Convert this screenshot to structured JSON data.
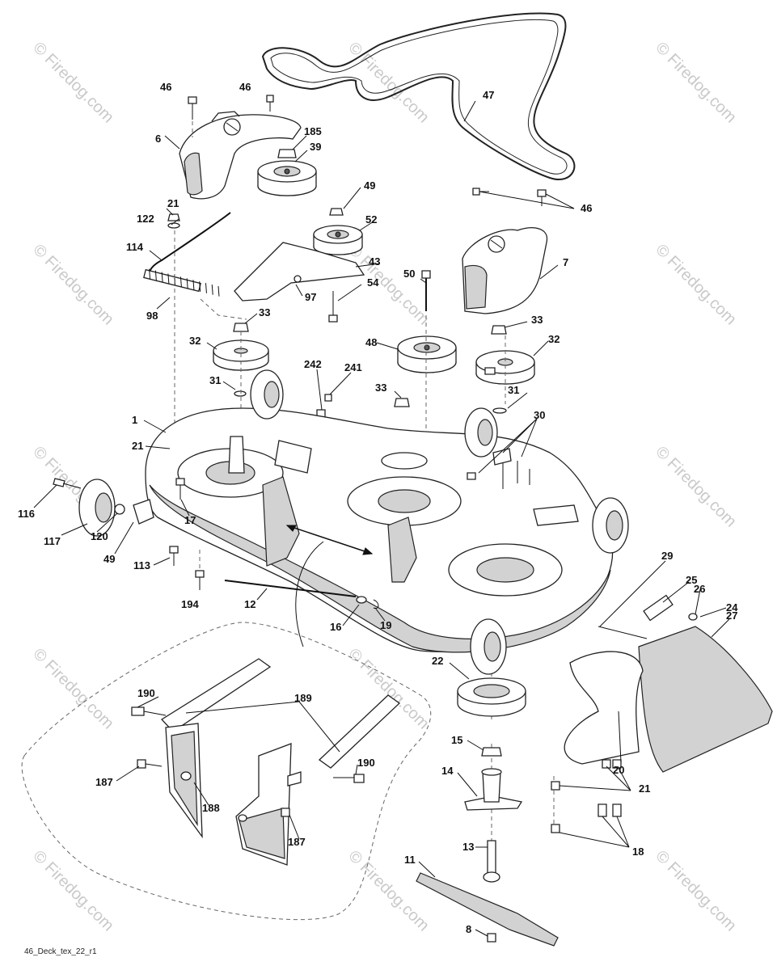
{
  "diagram": {
    "caption": "46_Deck_tex_22_r1",
    "watermark": "© Firedog.com",
    "labels": [
      "46",
      "46",
      "6",
      "185",
      "39",
      "47",
      "49",
      "21",
      "122",
      "52",
      "46",
      "114",
      "43",
      "7",
      "50",
      "54",
      "98",
      "97",
      "33",
      "33",
      "32",
      "48",
      "32",
      "242",
      "241",
      "33",
      "31",
      "31",
      "1",
      "30",
      "21",
      "116",
      "117",
      "120",
      "17",
      "49",
      "113",
      "194",
      "12",
      "16",
      "19",
      "29",
      "25",
      "26",
      "24",
      "27",
      "22",
      "15",
      "14",
      "20",
      "21",
      "190",
      "189",
      "190",
      "187",
      "188",
      "187",
      "18",
      "13",
      "11",
      "8"
    ]
  }
}
